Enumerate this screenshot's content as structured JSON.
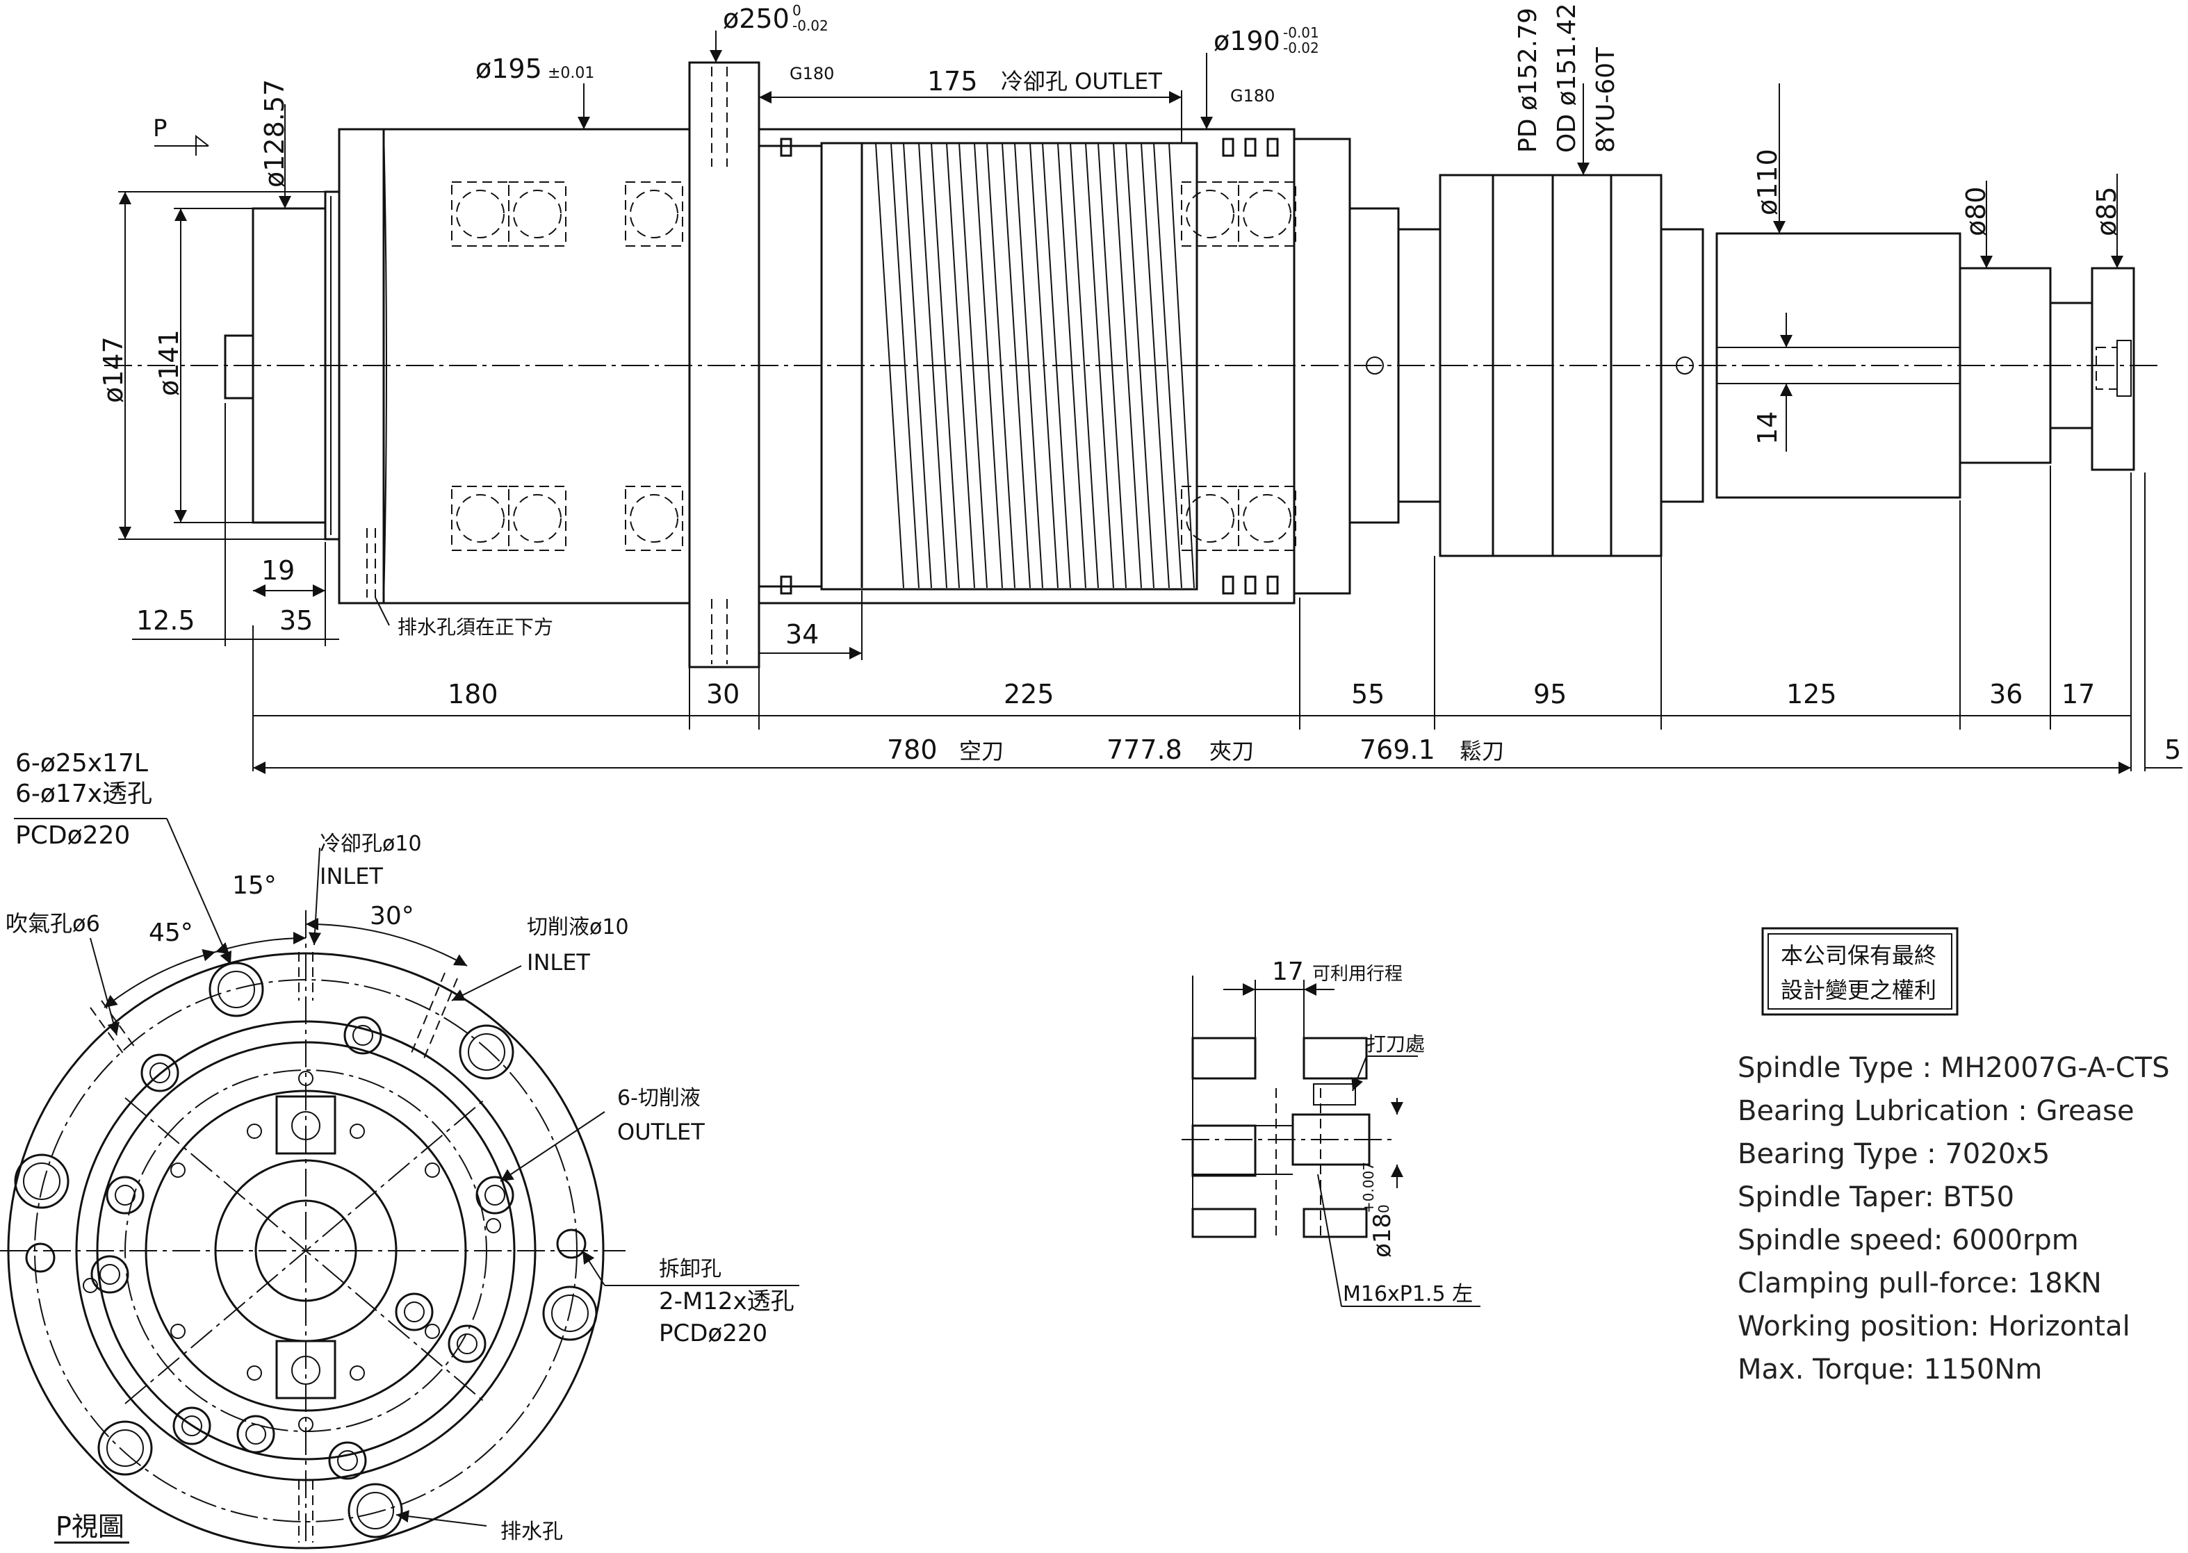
{
  "spindle_side_view": {
    "dimensions_top": {
      "d250": "ø250",
      "d250_tol_upper": "0",
      "d250_tol_lower": "-0.02",
      "d195": "ø195",
      "d195_tol": "±0.01",
      "d190": "ø190",
      "d190_tol_upper": "-0.01",
      "d190_tol_lower": "-0.02",
      "g180_left": "G180",
      "g180_right": "G180",
      "coolant_outlet_len": "175",
      "coolant_outlet_label": "冷卻孔 OUTLET",
      "pd": "PD ø152.79",
      "od": "OD ø151.42",
      "belt": "8YU-60T",
      "d128": "ø128.57",
      "p_label": "P",
      "d110": "ø110",
      "d80": "ø80",
      "d85": "ø85"
    },
    "dimensions_left": {
      "d147": "ø147",
      "d141": "ø141"
    },
    "dimensions_bottom": {
      "d19": "19",
      "d12_5": "12.5",
      "d35": "35",
      "d34": "34",
      "d14": "14",
      "drain_note": "排水孔須在正下方"
    },
    "chain": [
      "180",
      "30",
      "225",
      "55",
      "95",
      "125",
      "36",
      "17"
    ],
    "overall": {
      "empty": "780",
      "empty_label": "空刀",
      "clamped": "777.8",
      "clamped_label": "夾刀",
      "released": "769.1",
      "released_label": "鬆刀",
      "end": "5"
    }
  },
  "p_view": {
    "title": "P視圖",
    "holes_note_1": "6-ø25x17L",
    "holes_note_2": "6-ø17x透孔",
    "holes_pcd": "PCDø220",
    "air_hole": "吹氣孔ø6",
    "angle_45": "45°",
    "angle_15": "15°",
    "angle_30": "30°",
    "coolant_inlet": "冷卻孔ø10",
    "coolant_inlet_2": "INLET",
    "cutting_fluid_inlet": "切削液ø10",
    "cutting_fluid_inlet_2": "INLET",
    "cutting_fluid_outlet": "6-切削液",
    "cutting_fluid_outlet_2": "OUTLET",
    "removal_holes": "拆卸孔",
    "removal_holes_2": "2-M12x透孔",
    "removal_pcd": "PCDø220",
    "drain_hole": "排水孔"
  },
  "detail_view": {
    "stroke": "17",
    "stroke_label": "可利用行程",
    "knock_point": "打刀處",
    "d18": "ø18",
    "d18_tol_upper": "+0.007",
    "d18_tol_lower": "0",
    "thread": "M16xP1.5 左"
  },
  "notice": {
    "line1": "本公司保有最終",
    "line2": "設計變更之權利"
  },
  "specs": [
    "Spindle Type : MH2007G-A-CTS",
    "Bearing Lubrication : Grease",
    "Bearing Type : 7020x5",
    "Spindle Taper: BT50",
    "Spindle speed: 6000rpm",
    "Clamping pull-force: 18KN",
    "Working position: Horizontal",
    "Max. Torque: 1150Nm"
  ]
}
